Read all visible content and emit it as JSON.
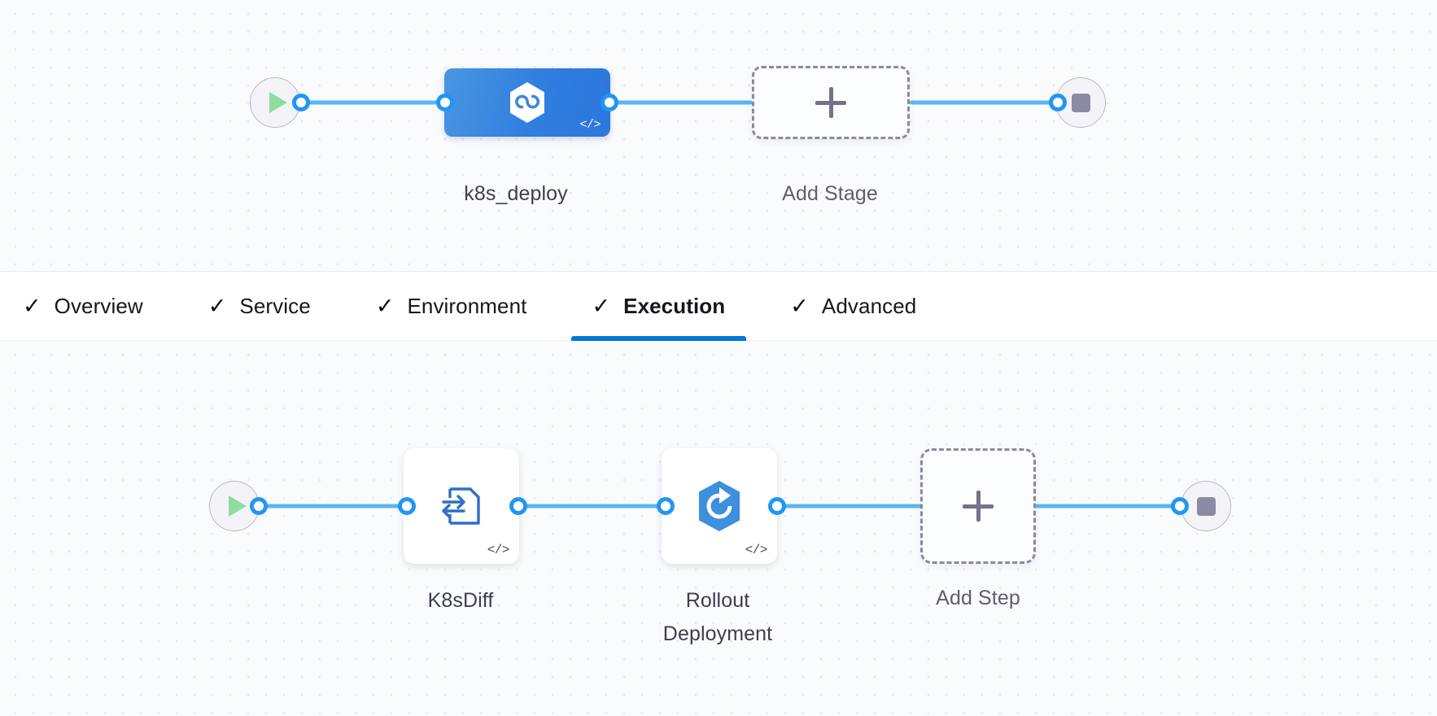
{
  "canvas": {
    "background_color": "#fafbfd",
    "dot_color": "#e7e9f0",
    "connector_color": "#5bb6ef",
    "joint_color": "#2196f3"
  },
  "stage_row": {
    "start_node": {
      "icon": "play-icon",
      "name": "pipeline-start"
    },
    "end_node": {
      "icon": "stop-icon",
      "name": "pipeline-end"
    },
    "stages": [
      {
        "label": "k8s_deploy",
        "icon": "harness-hexagon-infinity-icon",
        "badge": "</>",
        "selected": true,
        "accent": "#2f7ee0"
      }
    ],
    "add_stage": {
      "label": "Add Stage",
      "icon": "plus-icon"
    }
  },
  "tabs": {
    "items": [
      {
        "label": "Overview",
        "check": "✓",
        "active": false
      },
      {
        "label": "Service",
        "check": "✓",
        "active": false
      },
      {
        "label": "Environment",
        "check": "✓",
        "active": false
      },
      {
        "label": "Execution",
        "check": "✓",
        "active": true
      },
      {
        "label": "Advanced",
        "check": "✓",
        "active": false
      }
    ],
    "active_underline_color": "#0278d5"
  },
  "execution_row": {
    "start_node": {
      "icon": "play-icon",
      "name": "execution-start"
    },
    "end_node": {
      "icon": "stop-icon",
      "name": "execution-end"
    },
    "steps": [
      {
        "label": "K8sDiff",
        "icon": "k8s-diff-document-arrows-icon",
        "badge": "</>"
      },
      {
        "label": "Rollout\nDeployment",
        "icon": "rollout-deployment-hexagon-refresh-icon",
        "badge": "</>"
      }
    ],
    "add_step": {
      "label": "Add Step",
      "icon": "plus-icon"
    }
  }
}
